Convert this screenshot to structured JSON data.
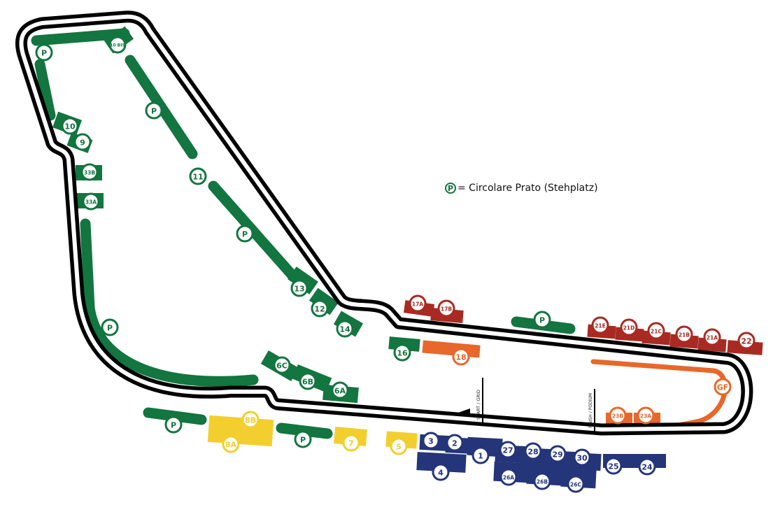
{
  "legend": {
    "symbol": "P",
    "text": "= Circolare Prato (Stehplatz)"
  },
  "markers": {
    "start": "START / GRID",
    "finish": "FINISH / PODIUM"
  },
  "colors": {
    "green": "#13753f",
    "yellow": "#f2cf2e",
    "blue": "#24357a",
    "orange": "#e8672a",
    "red": "#a82a22",
    "track": "#000000"
  },
  "stands": [
    {
      "id": "p1",
      "label": "P",
      "color": "green"
    },
    {
      "id": "10bis",
      "label": "10 BIS",
      "color": "green"
    },
    {
      "id": "p2",
      "label": "P",
      "color": "green"
    },
    {
      "id": "10",
      "label": "10",
      "color": "green"
    },
    {
      "id": "9",
      "label": "9",
      "color": "green"
    },
    {
      "id": "33b",
      "label": "33B",
      "color": "green"
    },
    {
      "id": "33a",
      "label": "33A",
      "color": "green"
    },
    {
      "id": "11",
      "label": "11",
      "color": "green"
    },
    {
      "id": "p3",
      "label": "P",
      "color": "green"
    },
    {
      "id": "13",
      "label": "13",
      "color": "green"
    },
    {
      "id": "12",
      "label": "12",
      "color": "green"
    },
    {
      "id": "14",
      "label": "14",
      "color": "green"
    },
    {
      "id": "p4",
      "label": "P",
      "color": "green"
    },
    {
      "id": "6c",
      "label": "6C",
      "color": "green"
    },
    {
      "id": "6b",
      "label": "6B",
      "color": "green"
    },
    {
      "id": "6a",
      "label": "6A",
      "color": "green"
    },
    {
      "id": "16",
      "label": "16",
      "color": "green"
    },
    {
      "id": "p5",
      "label": "P",
      "color": "green"
    },
    {
      "id": "p6",
      "label": "P",
      "color": "green"
    },
    {
      "id": "p7",
      "label": "P",
      "color": "green"
    },
    {
      "id": "8b",
      "label": "8B",
      "color": "yellow"
    },
    {
      "id": "8a",
      "label": "8A",
      "color": "yellow"
    },
    {
      "id": "7",
      "label": "7",
      "color": "yellow"
    },
    {
      "id": "5",
      "label": "5",
      "color": "yellow"
    },
    {
      "id": "3",
      "label": "3",
      "color": "blue"
    },
    {
      "id": "2",
      "label": "2",
      "color": "blue"
    },
    {
      "id": "1",
      "label": "1",
      "color": "blue"
    },
    {
      "id": "4",
      "label": "4",
      "color": "blue"
    },
    {
      "id": "27",
      "label": "27",
      "color": "blue"
    },
    {
      "id": "28",
      "label": "28",
      "color": "blue"
    },
    {
      "id": "29",
      "label": "29",
      "color": "blue"
    },
    {
      "id": "30",
      "label": "30",
      "color": "blue"
    },
    {
      "id": "26a",
      "label": "26A",
      "color": "blue"
    },
    {
      "id": "26b",
      "label": "26B",
      "color": "blue"
    },
    {
      "id": "26c",
      "label": "26C",
      "color": "blue"
    },
    {
      "id": "25",
      "label": "25",
      "color": "blue"
    },
    {
      "id": "24",
      "label": "24",
      "color": "blue"
    },
    {
      "id": "18",
      "label": "18",
      "color": "orange"
    },
    {
      "id": "23b",
      "label": "23B",
      "color": "orange"
    },
    {
      "id": "23a",
      "label": "23A",
      "color": "orange"
    },
    {
      "id": "gf",
      "label": "GF",
      "color": "orange"
    },
    {
      "id": "17a",
      "label": "17A",
      "color": "red"
    },
    {
      "id": "17b",
      "label": "17B",
      "color": "red"
    },
    {
      "id": "21e",
      "label": "21E",
      "color": "red"
    },
    {
      "id": "21d",
      "label": "21D",
      "color": "red"
    },
    {
      "id": "21c",
      "label": "21C",
      "color": "red"
    },
    {
      "id": "21b",
      "label": "21B",
      "color": "red"
    },
    {
      "id": "21a",
      "label": "21A",
      "color": "red"
    },
    {
      "id": "22",
      "label": "22",
      "color": "red"
    }
  ]
}
